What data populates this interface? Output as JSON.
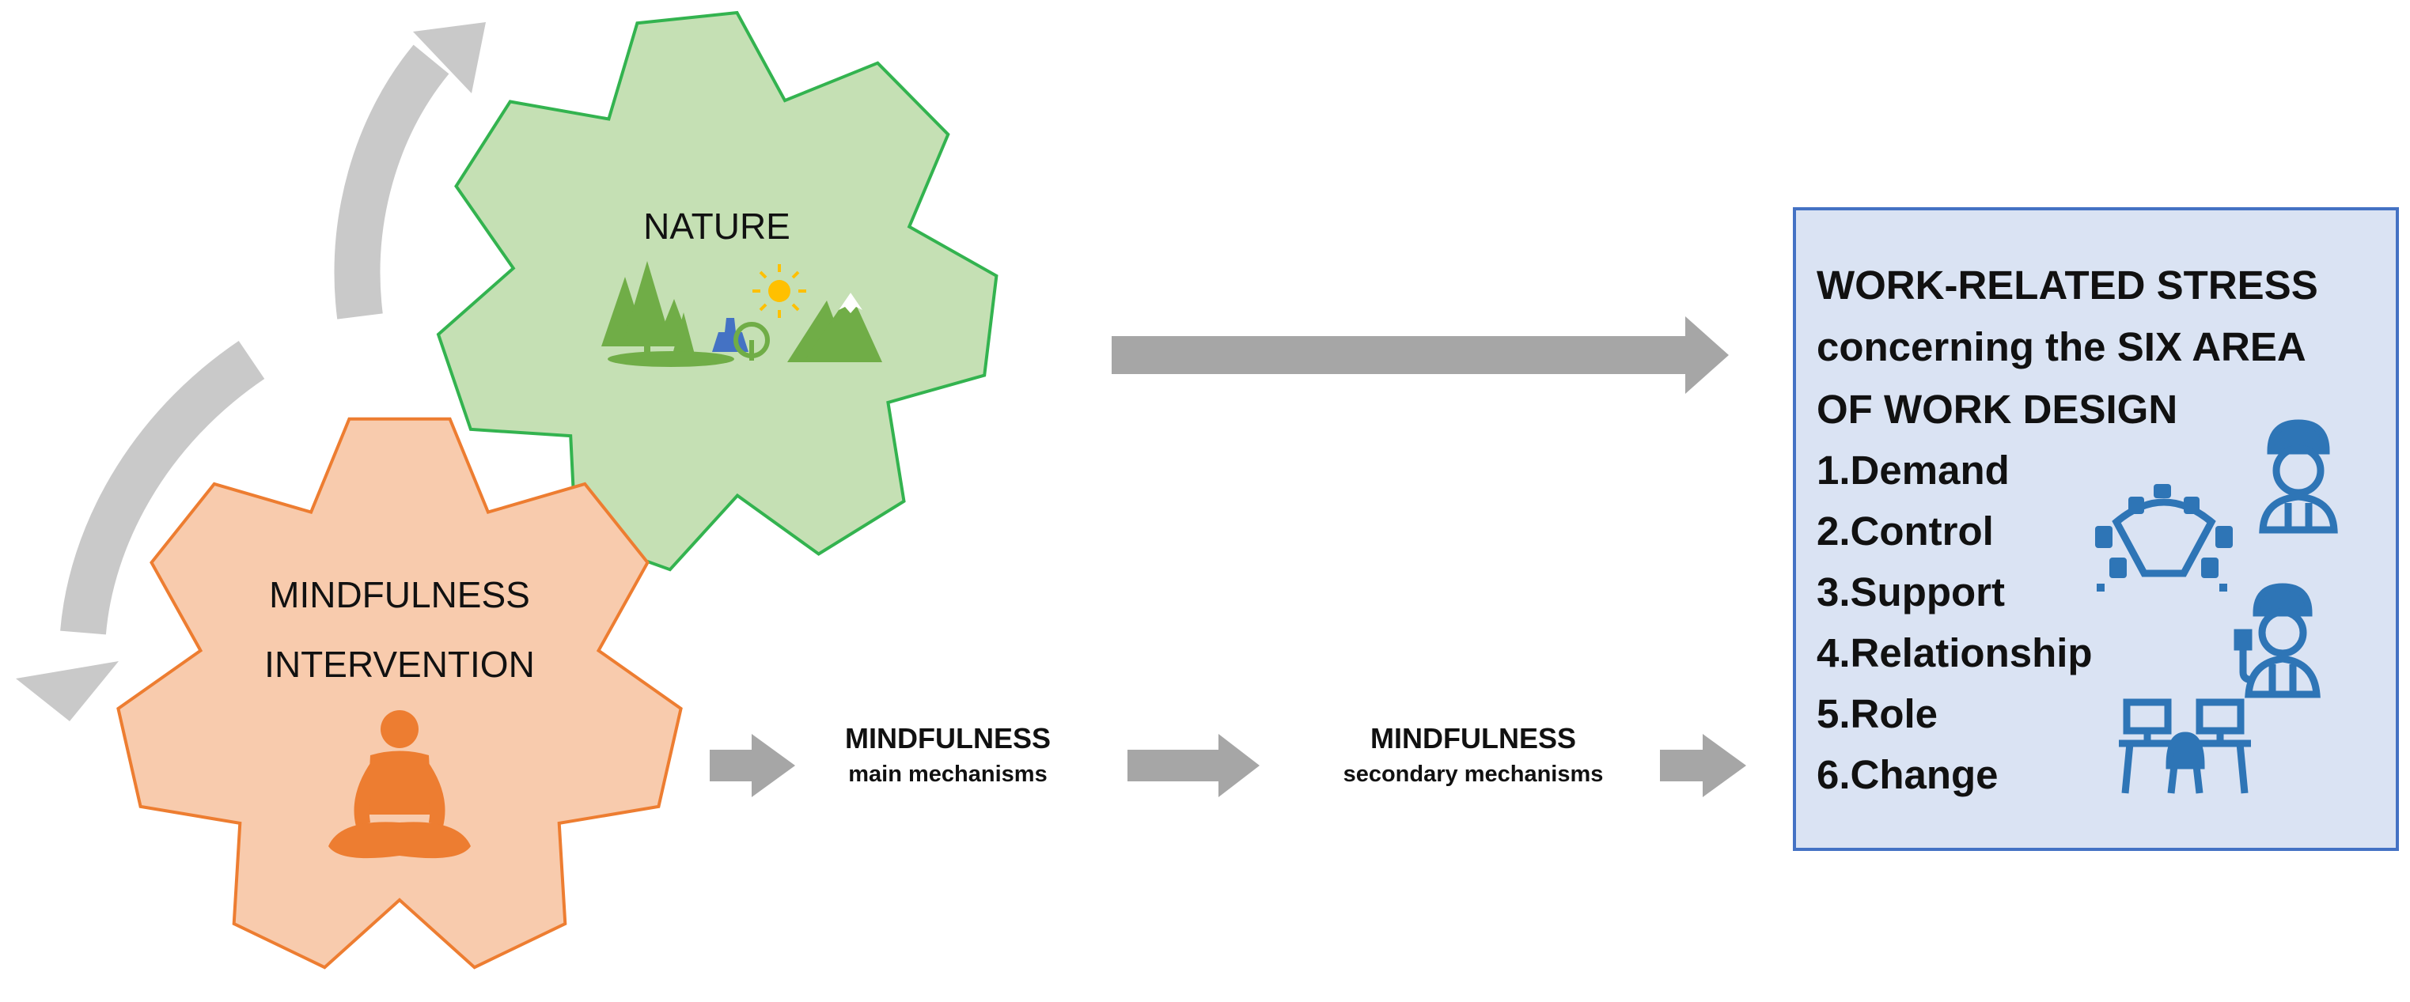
{
  "colors": {
    "nature_fill": "#c5e0b4",
    "nature_stroke": "#33b34f",
    "nature_icon": "#70ad47",
    "mindfulness_fill": "#f8cbad",
    "mindfulness_stroke": "#ed7d31",
    "mindfulness_icon": "#ed7d31",
    "arrow": "#a6a6a6",
    "cycle_arrow": "#c9c9c9",
    "box_fill": "#dae3f3",
    "box_stroke": "#4472c4",
    "worker_icon": "#2e75b6",
    "text": "#111111"
  },
  "nature": {
    "label": "NATURE",
    "icon": "trees-sun-mountain-icon"
  },
  "mindfulness": {
    "label_line1": "MINDFULNESS",
    "label_line2": "INTERVENTION",
    "icon": "meditation-person-icon"
  },
  "mechanisms": {
    "main_title": "MINDFULNESS",
    "main_sub": "main mechanisms",
    "secondary_title": "MINDFULNESS",
    "secondary_sub": "secondary mechanisms"
  },
  "stress_box": {
    "heading_line1": "WORK-RELATED STRESS",
    "heading_line2": "concerning the SIX AREA",
    "heading_line3": "OF WORK DESIGN",
    "items": [
      "1.Demand",
      "2.Control",
      "3.Support",
      "4.Relationship",
      "5.Role",
      "6.Change"
    ],
    "icons": [
      "worker-icon",
      "meeting-table-icon",
      "engineer-icon",
      "desks-icon"
    ]
  }
}
